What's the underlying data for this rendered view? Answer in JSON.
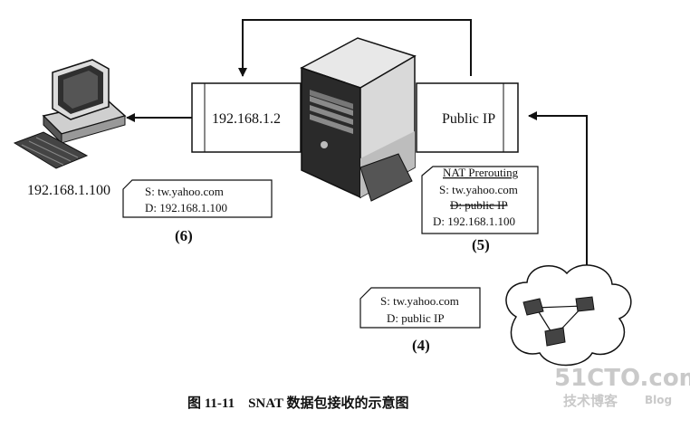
{
  "interfaces": {
    "internal": "192.168.1.2",
    "external": "Public IP"
  },
  "client": {
    "ip": "192.168.1.100"
  },
  "packets": {
    "p4": {
      "src": "S: tw.yahoo.com",
      "dst": "D: public IP",
      "step": "(4)"
    },
    "p5": {
      "chain": "NAT Prerouting",
      "src": "S: tw.yahoo.com",
      "dst_old": "D: public IP",
      "dst_new": "D: 192.168.1.100",
      "step": "(5)"
    },
    "p6": {
      "src": "S: tw.yahoo.com",
      "dst": "D: 192.168.1.100",
      "step": "(6)"
    }
  },
  "caption": "图 11-11    SNAT 数据包接收的示意图",
  "watermark": {
    "brand": "51CTO.com",
    "sub": "技术博客",
    "blog": "Blog"
  }
}
